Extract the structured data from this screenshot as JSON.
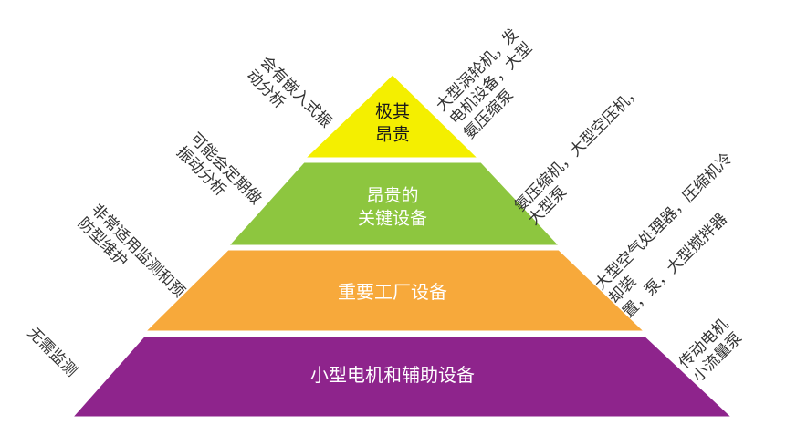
{
  "tiers": [
    {
      "label": "极其\n昂贵",
      "color": "#f4ef00",
      "text_color": "#1a1a1a"
    },
    {
      "label": "昂贵的\n关键设备",
      "color": "#8dc63f",
      "text_color": "#ffffff"
    },
    {
      "label": "重要工厂设备",
      "color": "#f7a93b",
      "text_color": "#ffffff"
    },
    {
      "label": "小型电机和辅助设备",
      "color": "#8e248c",
      "text_color": "#ffffff"
    }
  ],
  "left_notes": [
    "会有嵌入式振\n动分析",
    "可能会定期做\n振动分析",
    "非常适用监测和预\n防型维护",
    "无需监测"
  ],
  "right_notes": [
    "大型涡轮机，发\n电机设备，大型\n氨压缩泵",
    "氨压缩机，大型空压机，\n大型泵",
    "大型空气处理器，压缩机冷却装\n置，泵，大型搅拌器",
    "传动电机\n小流量泵"
  ]
}
